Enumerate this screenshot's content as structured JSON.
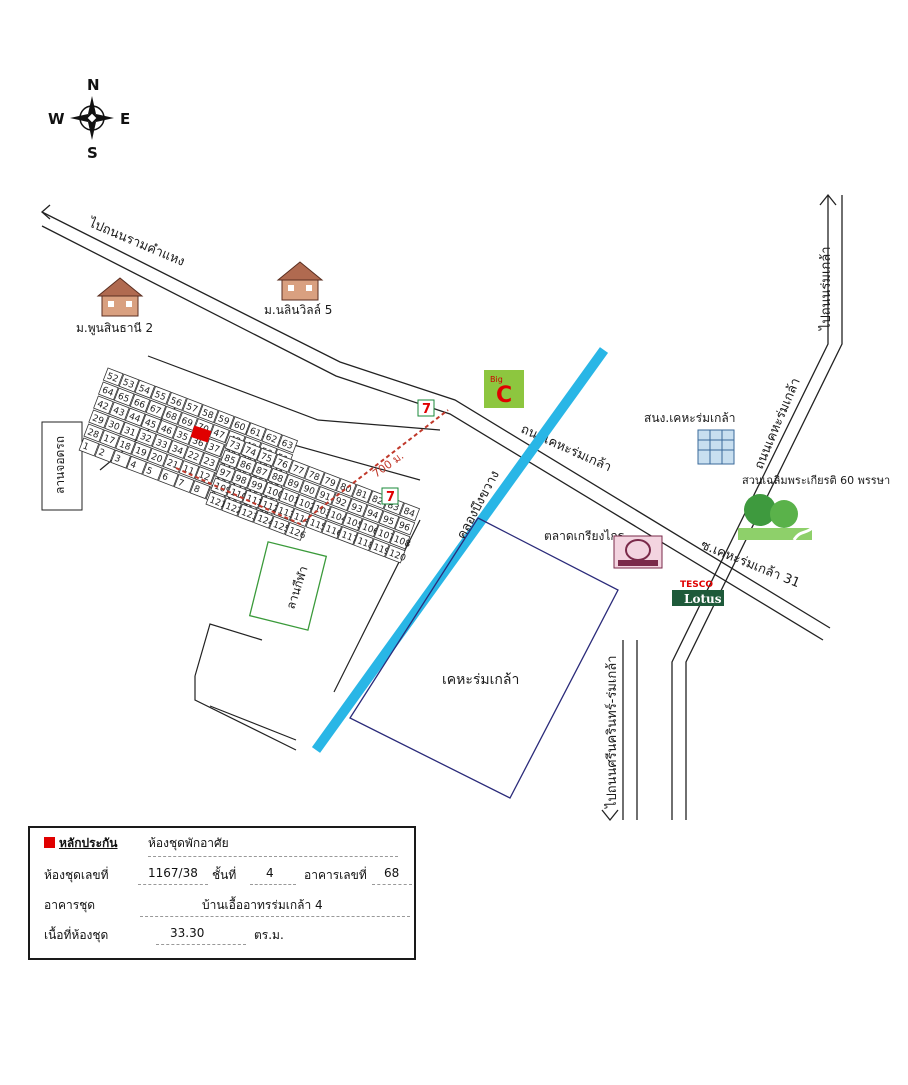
{
  "compass": {
    "n": "N",
    "s": "S",
    "e": "E",
    "w": "W"
  },
  "roads": {
    "ramkhamhaeng": "ไปถนนรามคำแหง",
    "kehalrom_main": "ถนนเคหะร่มเกล้า",
    "kehalrom_vertical": "ถนนเคหะร่มเกล้า",
    "to_romklao": "ไปถนนร่มเกล้า",
    "soi31": "ซ.เคหะร่มเกล้า 31",
    "to_srinakarin": "ไปถนนศรีนครินทร์-ร่มเกล้า",
    "canal": "คลองบึงขวาง"
  },
  "places": {
    "poon_sin_thani": "ม.พูนสินธานี 2",
    "nalin_ville": "ม.นลินวิลล์ 5",
    "big_c_top": "Big",
    "big_c_letter": "C",
    "seven_eleven": "7",
    "police": "สนง.เคหะร่มเกล้า",
    "park": "สวนเฉลิมพระเกียรติ 60 พรรษา",
    "market": "ตลาดเกรียงไกร",
    "tesco": "TESCO",
    "lotus": "Lotus",
    "kehalrom_block": "เคหะร่มเกล้า",
    "parking": "ลานจอดรถ",
    "sports": "ลานกีฬา",
    "distance": "700 ม."
  },
  "plots": [
    {
      "n": "52"
    },
    {
      "n": "53"
    },
    {
      "n": "54"
    },
    {
      "n": "55"
    },
    {
      "n": "56"
    },
    {
      "n": "57"
    },
    {
      "n": "58"
    },
    {
      "n": "59"
    },
    {
      "n": "60"
    },
    {
      "n": "61"
    },
    {
      "n": "62"
    },
    {
      "n": "63"
    },
    {
      "n": "64"
    },
    {
      "n": "65"
    },
    {
      "n": "66"
    },
    {
      "n": "67"
    },
    {
      "n": "68"
    },
    {
      "n": "69"
    },
    {
      "n": "70"
    },
    {
      "n": "47"
    },
    {
      "n": "48"
    },
    {
      "n": "49"
    },
    {
      "n": "50"
    },
    {
      "n": "51"
    },
    {
      "n": "42"
    },
    {
      "n": "43"
    },
    {
      "n": "44"
    },
    {
      "n": "45"
    },
    {
      "n": "46"
    },
    {
      "n": "35"
    },
    {
      "n": "36"
    },
    {
      "n": "37"
    },
    {
      "n": "38"
    },
    {
      "n": "39"
    },
    {
      "n": "40"
    },
    {
      "n": "41"
    },
    {
      "n": "29"
    },
    {
      "n": "30"
    },
    {
      "n": "31"
    },
    {
      "n": "32"
    },
    {
      "n": "33"
    },
    {
      "n": "34"
    },
    {
      "n": "22"
    },
    {
      "n": "23"
    },
    {
      "n": "24"
    },
    {
      "n": "25"
    },
    {
      "n": "26"
    },
    {
      "n": "27"
    },
    {
      "n": "28"
    },
    {
      "n": "17"
    },
    {
      "n": "18"
    },
    {
      "n": "19"
    },
    {
      "n": "20"
    },
    {
      "n": "21"
    },
    {
      "n": "11"
    },
    {
      "n": "12"
    },
    {
      "n": "13"
    },
    {
      "n": "14"
    },
    {
      "n": "15"
    },
    {
      "n": "16"
    },
    {
      "n": "1"
    },
    {
      "n": "2"
    },
    {
      "n": "3"
    },
    {
      "n": "4"
    },
    {
      "n": "5"
    },
    {
      "n": "6"
    },
    {
      "n": "7"
    },
    {
      "n": "8"
    },
    {
      "n": "9"
    },
    {
      "n": "10"
    },
    {
      "n": "71"
    },
    {
      "n": "72"
    },
    {
      "n": "73"
    },
    {
      "n": "74"
    },
    {
      "n": "75"
    },
    {
      "n": "76"
    },
    {
      "n": "77"
    },
    {
      "n": "78"
    },
    {
      "n": "79"
    },
    {
      "n": "80"
    },
    {
      "n": "81"
    },
    {
      "n": "82"
    },
    {
      "n": "83"
    },
    {
      "n": "84"
    },
    {
      "n": "85"
    },
    {
      "n": "86"
    },
    {
      "n": "87"
    },
    {
      "n": "88"
    },
    {
      "n": "89"
    },
    {
      "n": "90"
    },
    {
      "n": "91"
    },
    {
      "n": "92"
    },
    {
      "n": "93"
    },
    {
      "n": "94"
    },
    {
      "n": "95"
    },
    {
      "n": "96"
    },
    {
      "n": "97"
    },
    {
      "n": "98"
    },
    {
      "n": "99"
    },
    {
      "n": "100"
    },
    {
      "n": "101"
    },
    {
      "n": "102"
    },
    {
      "n": "103"
    },
    {
      "n": "104"
    },
    {
      "n": "105"
    },
    {
      "n": "106"
    },
    {
      "n": "107"
    },
    {
      "n": "108"
    },
    {
      "n": "109"
    },
    {
      "n": "110"
    },
    {
      "n": "111"
    },
    {
      "n": "112"
    },
    {
      "n": "113"
    },
    {
      "n": "114"
    },
    {
      "n": "115"
    },
    {
      "n": "116"
    },
    {
      "n": "117"
    },
    {
      "n": "118"
    },
    {
      "n": "119"
    },
    {
      "n": "120"
    },
    {
      "n": "121"
    },
    {
      "n": "122"
    },
    {
      "n": "123"
    },
    {
      "n": "124"
    },
    {
      "n": "125"
    },
    {
      "n": "126"
    }
  ],
  "info": {
    "collateral_label": "หลักประกัน",
    "collateral_value": "ห้องชุดพักอาศัย",
    "unit_label": "ห้องชุดเลขที่",
    "unit_value": "1167/38",
    "floor_label": "ชั้นที่",
    "floor_value": "4",
    "building_label": "อาคารเลขที่",
    "building_value": "68",
    "condo_label": "อาคารชุด",
    "condo_value": "บ้านเอื้ออาทรร่มเกล้า 4",
    "area_label": "เนื้อที่ห้องชุด",
    "area_value": "33.30",
    "area_unit": "ตร.ม."
  },
  "colors": {
    "canal": "#29b6e6",
    "highlight": "#e00000",
    "route": "#c0392b",
    "big_c": "#8dc63f",
    "sports_border": "#3a9a3a",
    "block_border": "#2b2b7a"
  }
}
